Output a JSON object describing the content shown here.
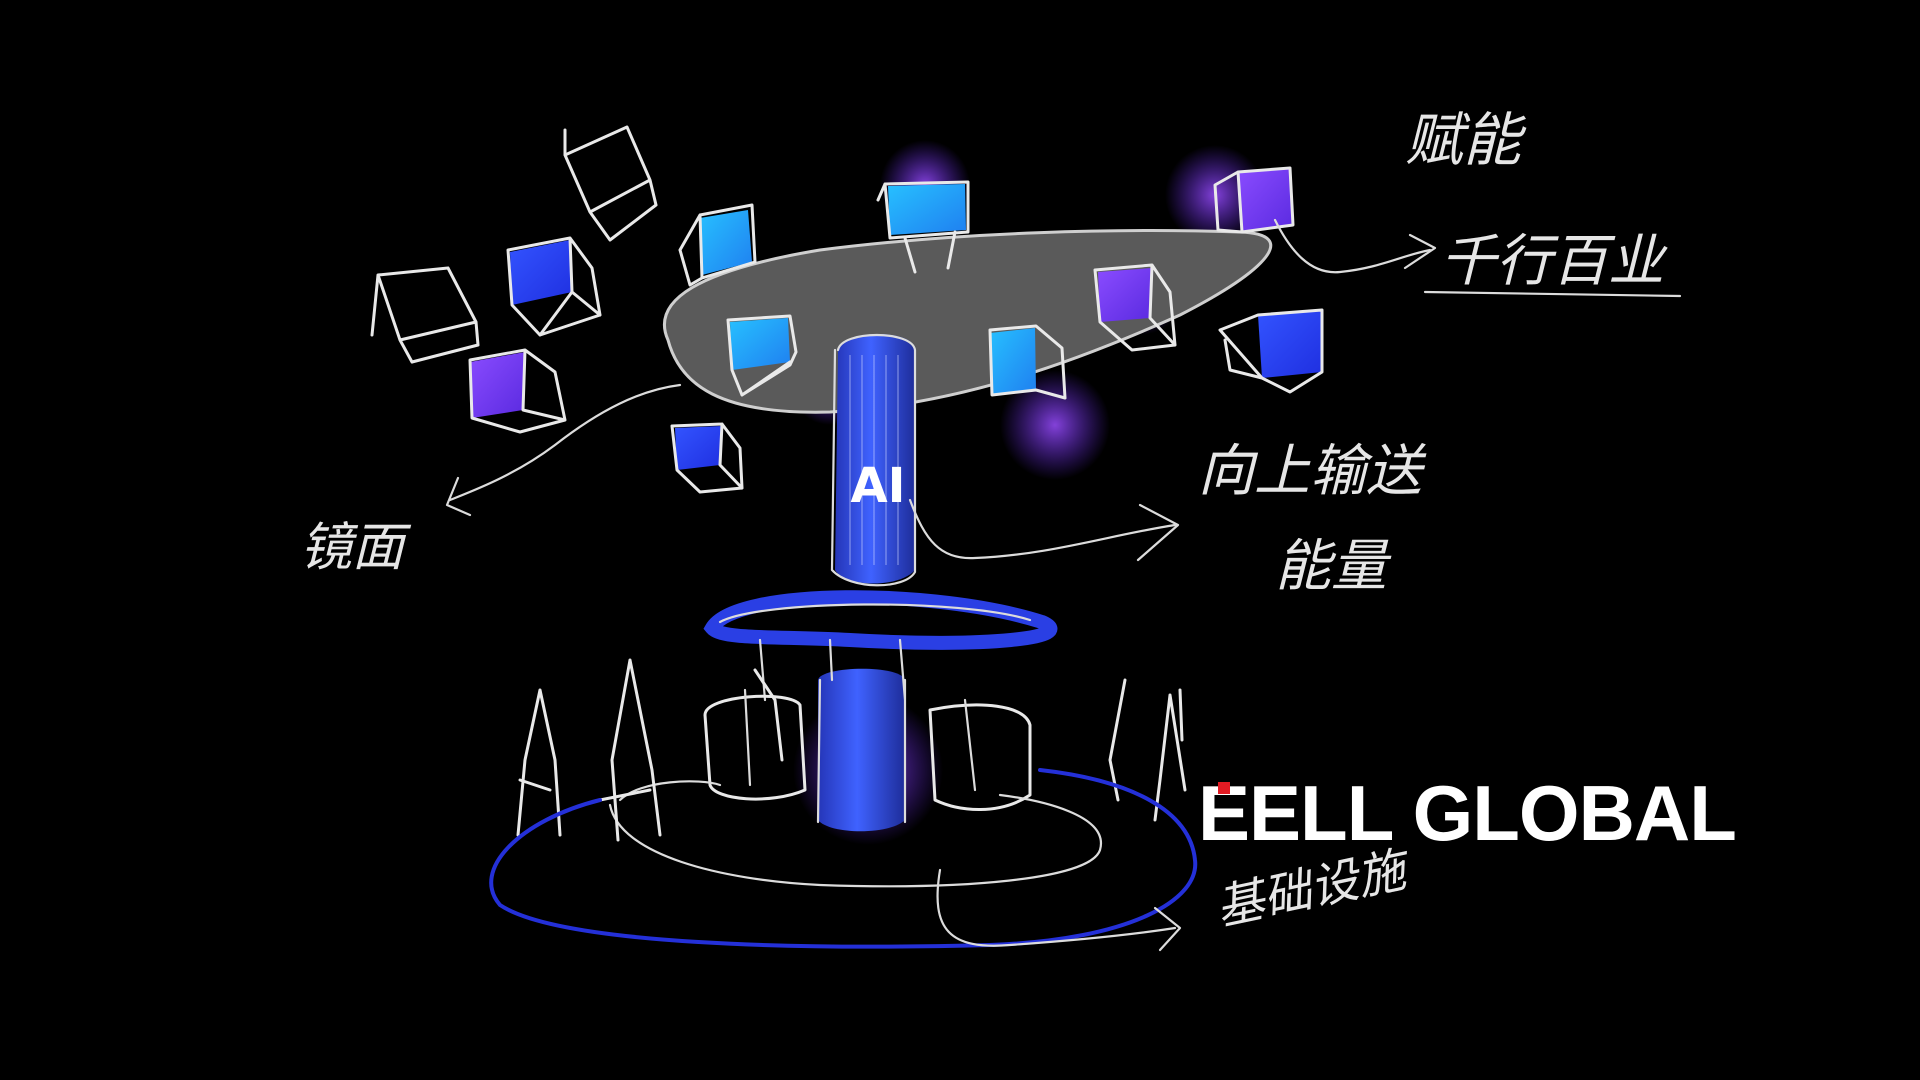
{
  "labels": {
    "empower": "赋能",
    "industries": "千行百业",
    "mirror": "镜面",
    "transport_line1": "向上输送",
    "transport_line2": "能量",
    "infrastructure": "基础设施"
  },
  "pillar_text": "AI",
  "logo": {
    "text_rest": "ELL GLOBAL",
    "first_letter": "E",
    "accent_color": "#e21b23"
  },
  "colors": {
    "background": "#000000",
    "disc": "#5a5a5a",
    "pillar": "#2f4fd8",
    "ring": "#2a35d4",
    "cube_cyan": "#1fa6f0",
    "cube_blue": "#2b3cff",
    "cube_purple": "#7b3cf0",
    "glow": "#8a3cff"
  },
  "icons": [
    "cube-icon",
    "arrow-icon",
    "pillar-icon",
    "ring-icon"
  ]
}
